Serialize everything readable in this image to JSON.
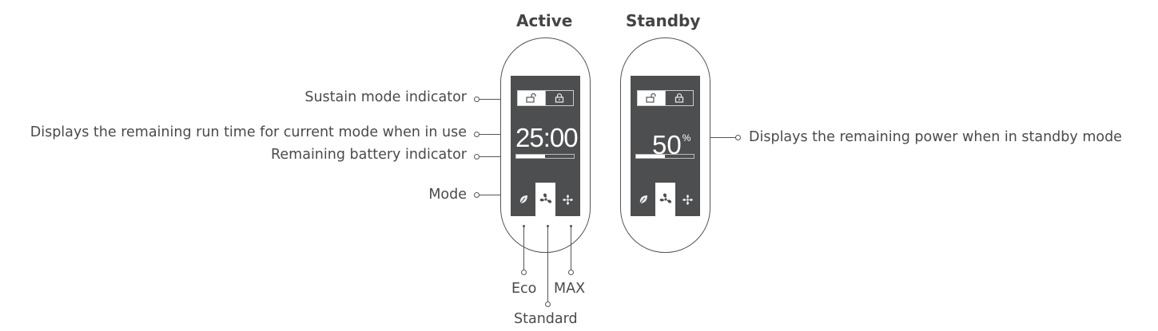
{
  "titles": {
    "active": "Active",
    "standby": "Standby"
  },
  "callouts": {
    "sustain_mode": "Sustain mode indicator",
    "run_time": "Displays the remaining run time for current mode when in use",
    "battery": "Remaining battery indicator",
    "mode": "Mode",
    "standby_power": "Displays the remaining power when in standby mode"
  },
  "modes": {
    "eco": "Eco",
    "standard": "Standard",
    "max": "MAX"
  },
  "active_screen": {
    "time": "25:00",
    "battery_level": 0.5,
    "selected_mode": "standard"
  },
  "standby_screen": {
    "percent": "50",
    "percent_unit": "%",
    "battery_level": 0.5,
    "selected_mode": "standard"
  },
  "icons": [
    "unlock-icon",
    "lock-icon",
    "leaf-icon",
    "fan-icon",
    "fan-max-icon"
  ],
  "colors": {
    "screen": "#4d4e50",
    "line": "#555555",
    "text": "#4a4a4a"
  }
}
